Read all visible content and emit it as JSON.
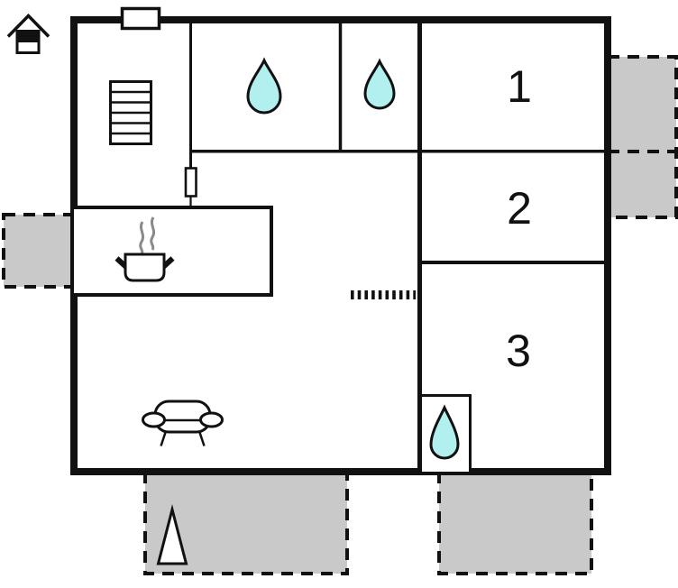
{
  "floor_plan": {
    "rooms": [
      {
        "label": "1"
      },
      {
        "label": "2"
      },
      {
        "label": "3"
      }
    ],
    "icons": [
      {
        "name": "house-icon"
      },
      {
        "name": "staircase-icon"
      },
      {
        "name": "water-drop-icon",
        "count": 3
      },
      {
        "name": "window-marker"
      },
      {
        "name": "door-marker"
      },
      {
        "name": "stove-pot-icon"
      },
      {
        "name": "steam-icon"
      },
      {
        "name": "sofa-icon"
      },
      {
        "name": "tree-icon"
      }
    ],
    "colors": {
      "wall": "#111111",
      "water_drop_fill": "#b2f0f0",
      "terrace_fill": "#c9c9c9",
      "background": "#ffffff"
    }
  }
}
